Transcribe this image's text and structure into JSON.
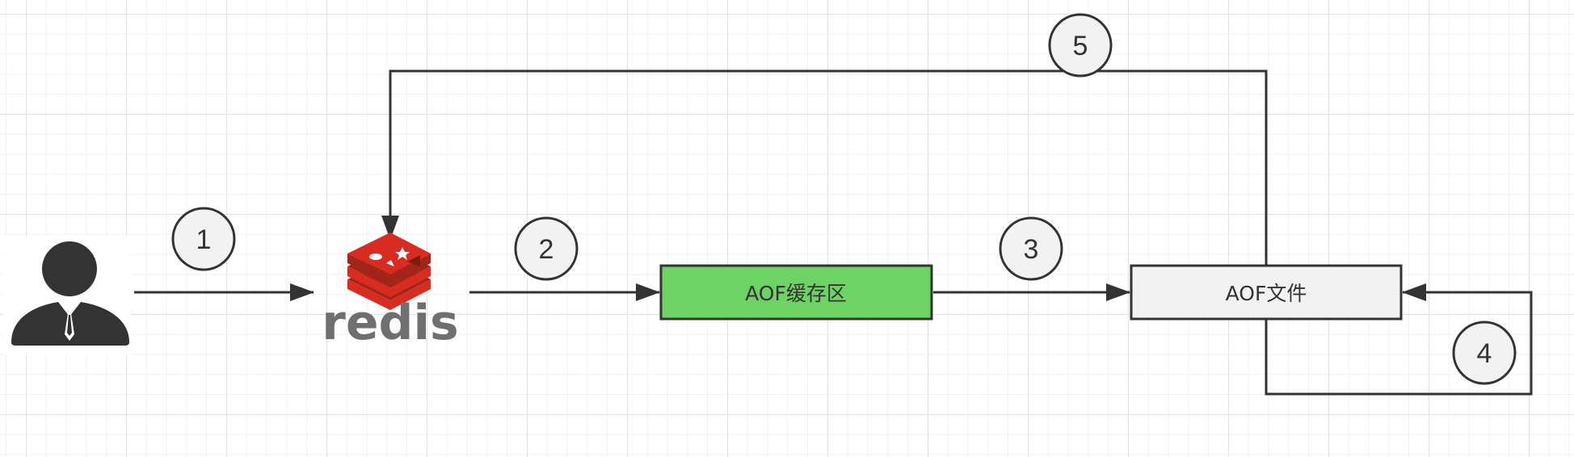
{
  "diagram": {
    "nodes": {
      "user": {
        "icon": "user-businessman-icon"
      },
      "redis": {
        "icon": "redis-logo-icon",
        "wordmark": "redis",
        "brand_color": "#d82c20"
      },
      "aof_buffer": {
        "label": "AOF缓存区",
        "fill": "#6dd464"
      },
      "aof_file": {
        "label": "AOF文件",
        "fill": "#f2f2f2"
      }
    },
    "steps": [
      "1",
      "2",
      "3",
      "4",
      "5"
    ],
    "colors": {
      "line": "#333333",
      "step_circle_fill": "#f2f2f2"
    }
  }
}
